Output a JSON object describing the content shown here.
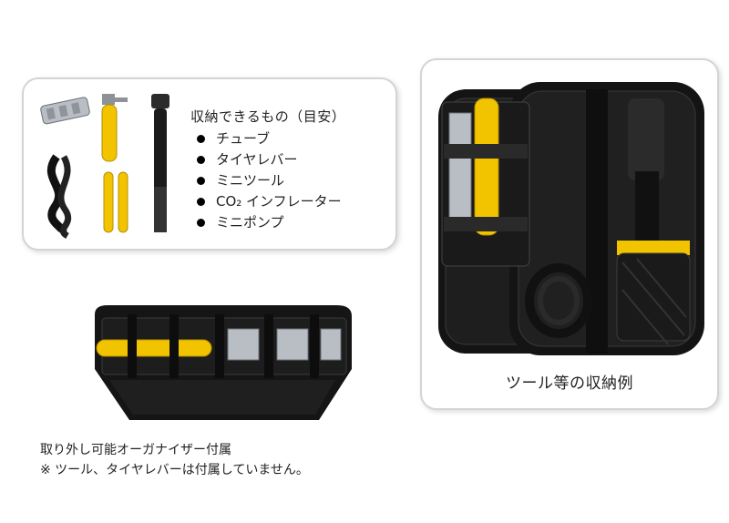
{
  "contents_panel": {
    "title": "収納できるもの（目安）",
    "items": [
      "チューブ",
      "タイヤレバー",
      "ミニツール",
      "CO₂ インフレーター",
      "ミニポンプ"
    ]
  },
  "example_panel": {
    "caption": "ツール等の収納例"
  },
  "notes": {
    "line1": "取り外し可能オーガナイザー付属",
    "line2": "※ ツール、タイヤレバーは付属していません。"
  },
  "colors": {
    "accent_yellow": "#f2c400",
    "case_black": "#141414",
    "panel_border": "#d4d4d4"
  },
  "icons": [
    "multitool-icon",
    "co2-inflator-icon",
    "mini-pump-icon",
    "inner-tube-icon",
    "tire-lever-icon"
  ]
}
